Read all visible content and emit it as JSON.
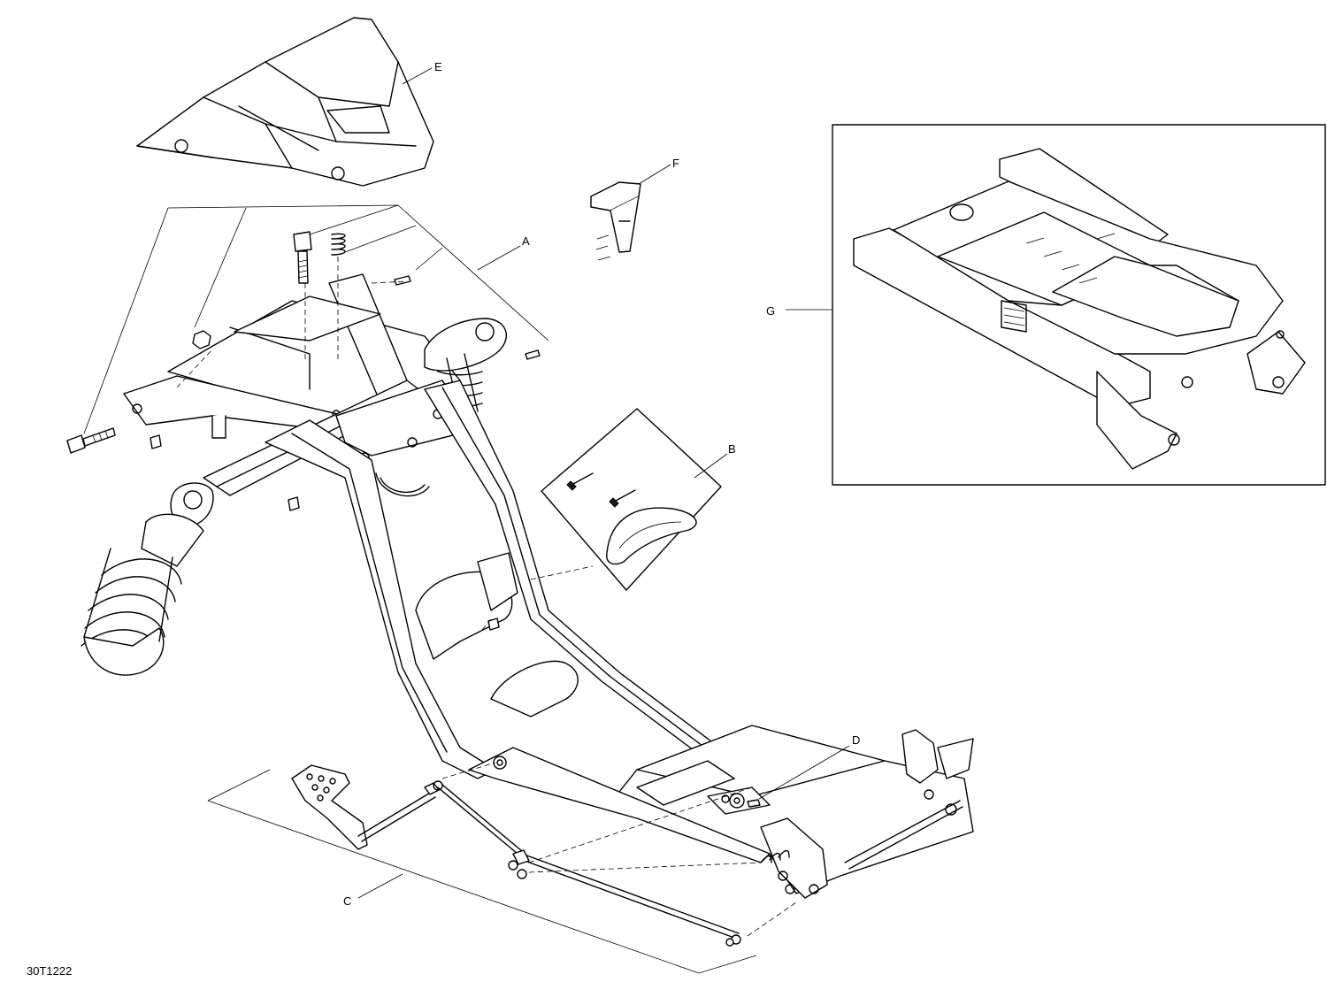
{
  "callouts": {
    "a": "A",
    "b": "B",
    "c": "C",
    "d": "D",
    "e": "E",
    "f": "F",
    "g": "G"
  },
  "reference_number": "30T1222"
}
